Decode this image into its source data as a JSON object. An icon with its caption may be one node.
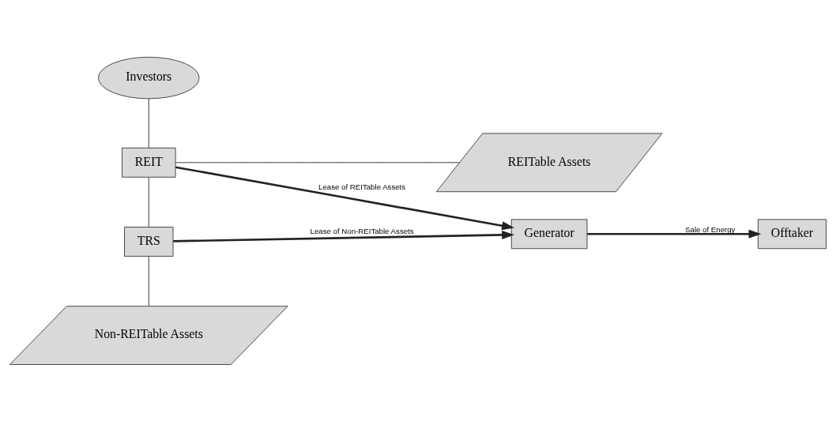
{
  "diagram": {
    "nodes": [
      {
        "text": [
          "Investors"
        ]
      },
      {
        "text": [
          "REIT"
        ]
      },
      {
        "text": [
          "REITable Assets"
        ]
      },
      {
        "text": [
          "TRS"
        ]
      },
      {
        "text": [
          "Non-REITable Assets"
        ]
      },
      {
        "text": [
          "Generator"
        ]
      },
      {
        "text": [
          "Offtaker"
        ]
      }
    ],
    "edges": [
      {
        "from": 0,
        "to": 1,
        "arrow": "none"
      },
      {
        "from": 1,
        "to": 2,
        "arrow": "none"
      },
      {
        "from": 1,
        "to": 3,
        "arrow": "none"
      },
      {
        "from": 3,
        "to": 4,
        "arrow": "none"
      },
      {
        "from": 1,
        "to": 5,
        "arrow": "to",
        "label": "Lease of REITable Assets",
        "style": "thick"
      },
      {
        "from": 3,
        "to": 5,
        "arrow": "to",
        "label": "Lease of Non-REITable Assets",
        "style": "thick"
      },
      {
        "from": 5,
        "to": 6,
        "arrow": "to",
        "label": "Sale of Energy",
        "style": "thick"
      }
    ]
  }
}
